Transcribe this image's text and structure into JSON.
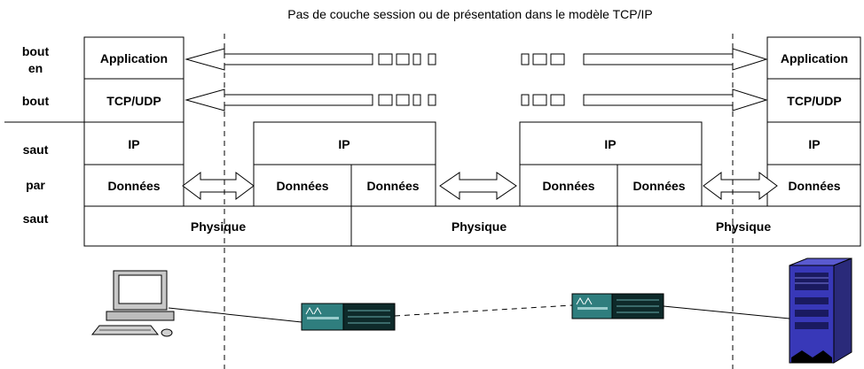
{
  "title": "Pas de couche session ou de présentation dans le modèle TCP/IP",
  "side_labels": {
    "end_to_end": [
      "bout",
      "en",
      "bout"
    ],
    "hop_by_hop": [
      "saut",
      "par",
      "saut"
    ]
  },
  "hosts": {
    "left": {
      "application": "Application",
      "transport": "TCP/UDP",
      "ip": "IP",
      "data": "Données",
      "physical": "Physique"
    },
    "right": {
      "application": "Application",
      "transport": "TCP/UDP",
      "ip": "IP",
      "data": "Données",
      "physical": "Physique"
    }
  },
  "routers": [
    {
      "ip": "IP",
      "data_left": "Données",
      "data_right": "Données",
      "physical": "Physique"
    },
    {
      "ip": "IP",
      "data_left": "Données",
      "data_right": "Données",
      "physical": "Physique"
    }
  ],
  "icons": [
    "desktop-computer",
    "router",
    "router",
    "server-tower"
  ]
}
